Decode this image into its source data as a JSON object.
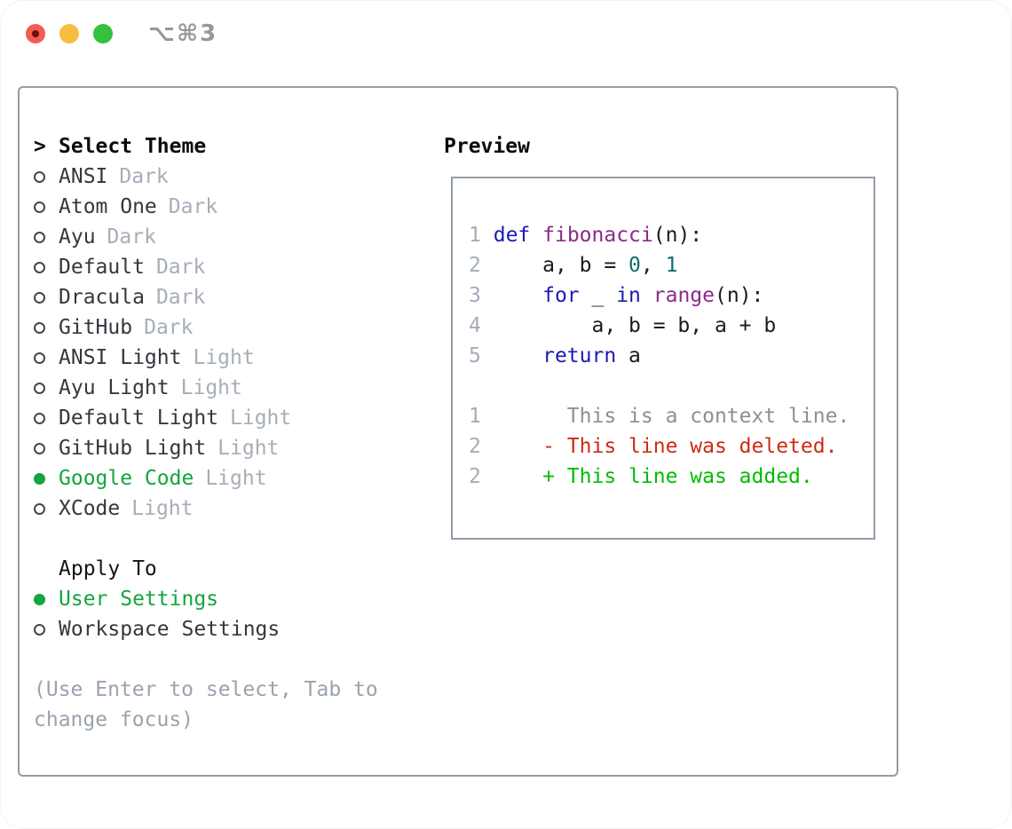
{
  "window": {
    "title": "⌥⌘3",
    "traffic_lights": [
      "close",
      "minimize",
      "zoom"
    ]
  },
  "panel": {
    "theme_list": {
      "prompt": ">",
      "header": "Select Theme",
      "items": [
        {
          "name": "ANSI",
          "variant": "Dark",
          "selected": false
        },
        {
          "name": "Atom One",
          "variant": "Dark",
          "selected": false
        },
        {
          "name": "Ayu",
          "variant": "Dark",
          "selected": false
        },
        {
          "name": "Default",
          "variant": "Dark",
          "selected": false
        },
        {
          "name": "Dracula",
          "variant": "Dark",
          "selected": false
        },
        {
          "name": "GitHub",
          "variant": "Dark",
          "selected": false
        },
        {
          "name": "ANSI Light",
          "variant": "Light",
          "selected": false
        },
        {
          "name": "Ayu Light",
          "variant": "Light",
          "selected": false
        },
        {
          "name": "Default Light",
          "variant": "Light",
          "selected": false
        },
        {
          "name": "GitHub Light",
          "variant": "Light",
          "selected": false
        },
        {
          "name": "Google Code",
          "variant": "Light",
          "selected": true
        },
        {
          "name": "XCode",
          "variant": "Light",
          "selected": false
        }
      ]
    },
    "apply_to": {
      "header": "Apply To",
      "options": [
        {
          "label": "User Settings",
          "selected": true
        },
        {
          "label": "Workspace Settings",
          "selected": false
        }
      ]
    },
    "hint": "(Use Enter to select, Tab to change focus)",
    "preview": {
      "header": "Preview",
      "lines": [
        {
          "segments": [
            {
              "t": "1",
              "c": "ln"
            },
            {
              "t": " ",
              "c": "pl"
            },
            {
              "t": "def",
              "c": "kw"
            },
            {
              "t": " ",
              "c": "pl"
            },
            {
              "t": "fibonacci",
              "c": "fn"
            },
            {
              "t": "(n):",
              "c": "pl"
            }
          ]
        },
        {
          "segments": [
            {
              "t": "2",
              "c": "ln"
            },
            {
              "t": "     ",
              "c": "pl"
            },
            {
              "t": "a, b = ",
              "c": "pl"
            },
            {
              "t": "0",
              "c": "num"
            },
            {
              "t": ", ",
              "c": "pl"
            },
            {
              "t": "1",
              "c": "num"
            }
          ]
        },
        {
          "segments": [
            {
              "t": "3",
              "c": "ln"
            },
            {
              "t": "     ",
              "c": "pl"
            },
            {
              "t": "for",
              "c": "kw"
            },
            {
              "t": " _ ",
              "c": "pl"
            },
            {
              "t": "in",
              "c": "kw"
            },
            {
              "t": " ",
              "c": "pl"
            },
            {
              "t": "range",
              "c": "fn"
            },
            {
              "t": "(n):",
              "c": "pl"
            }
          ]
        },
        {
          "segments": [
            {
              "t": "4",
              "c": "ln"
            },
            {
              "t": "         ",
              "c": "pl"
            },
            {
              "t": "a, b = b, a + b",
              "c": "pl"
            }
          ]
        },
        {
          "segments": [
            {
              "t": "5",
              "c": "ln"
            },
            {
              "t": "     ",
              "c": "pl"
            },
            {
              "t": "return",
              "c": "kw"
            },
            {
              "t": " a",
              "c": "pl"
            }
          ]
        },
        {
          "segments": []
        },
        {
          "segments": [
            {
              "t": "1",
              "c": "ln"
            },
            {
              "t": "       ",
              "c": "pl"
            },
            {
              "t": "This is a context line.",
              "c": "ctx"
            }
          ]
        },
        {
          "segments": [
            {
              "t": "2",
              "c": "ln"
            },
            {
              "t": "     ",
              "c": "pl"
            },
            {
              "t": "- This line was deleted.",
              "c": "del"
            }
          ]
        },
        {
          "segments": [
            {
              "t": "2",
              "c": "ln"
            },
            {
              "t": "     ",
              "c": "pl"
            },
            {
              "t": "+ This line was added.",
              "c": "add"
            }
          ]
        }
      ]
    }
  },
  "colors": {
    "selection_green": "#12a63c",
    "keyword_blue": "#1a1ab5",
    "function_purple": "#8a2b8a",
    "literal_teal": "#0e6f6f",
    "deleted_red": "#cc2b18",
    "added_green": "#00bd00",
    "context_gray": "#8b9097",
    "line_number_gray": "#a3adb9",
    "muted_tag_gray": "#a6aeb8",
    "panel_border_gray": "#929ca7",
    "traffic_red": "#f25d52",
    "traffic_yellow": "#f8bc40",
    "traffic_green": "#35c13f"
  }
}
